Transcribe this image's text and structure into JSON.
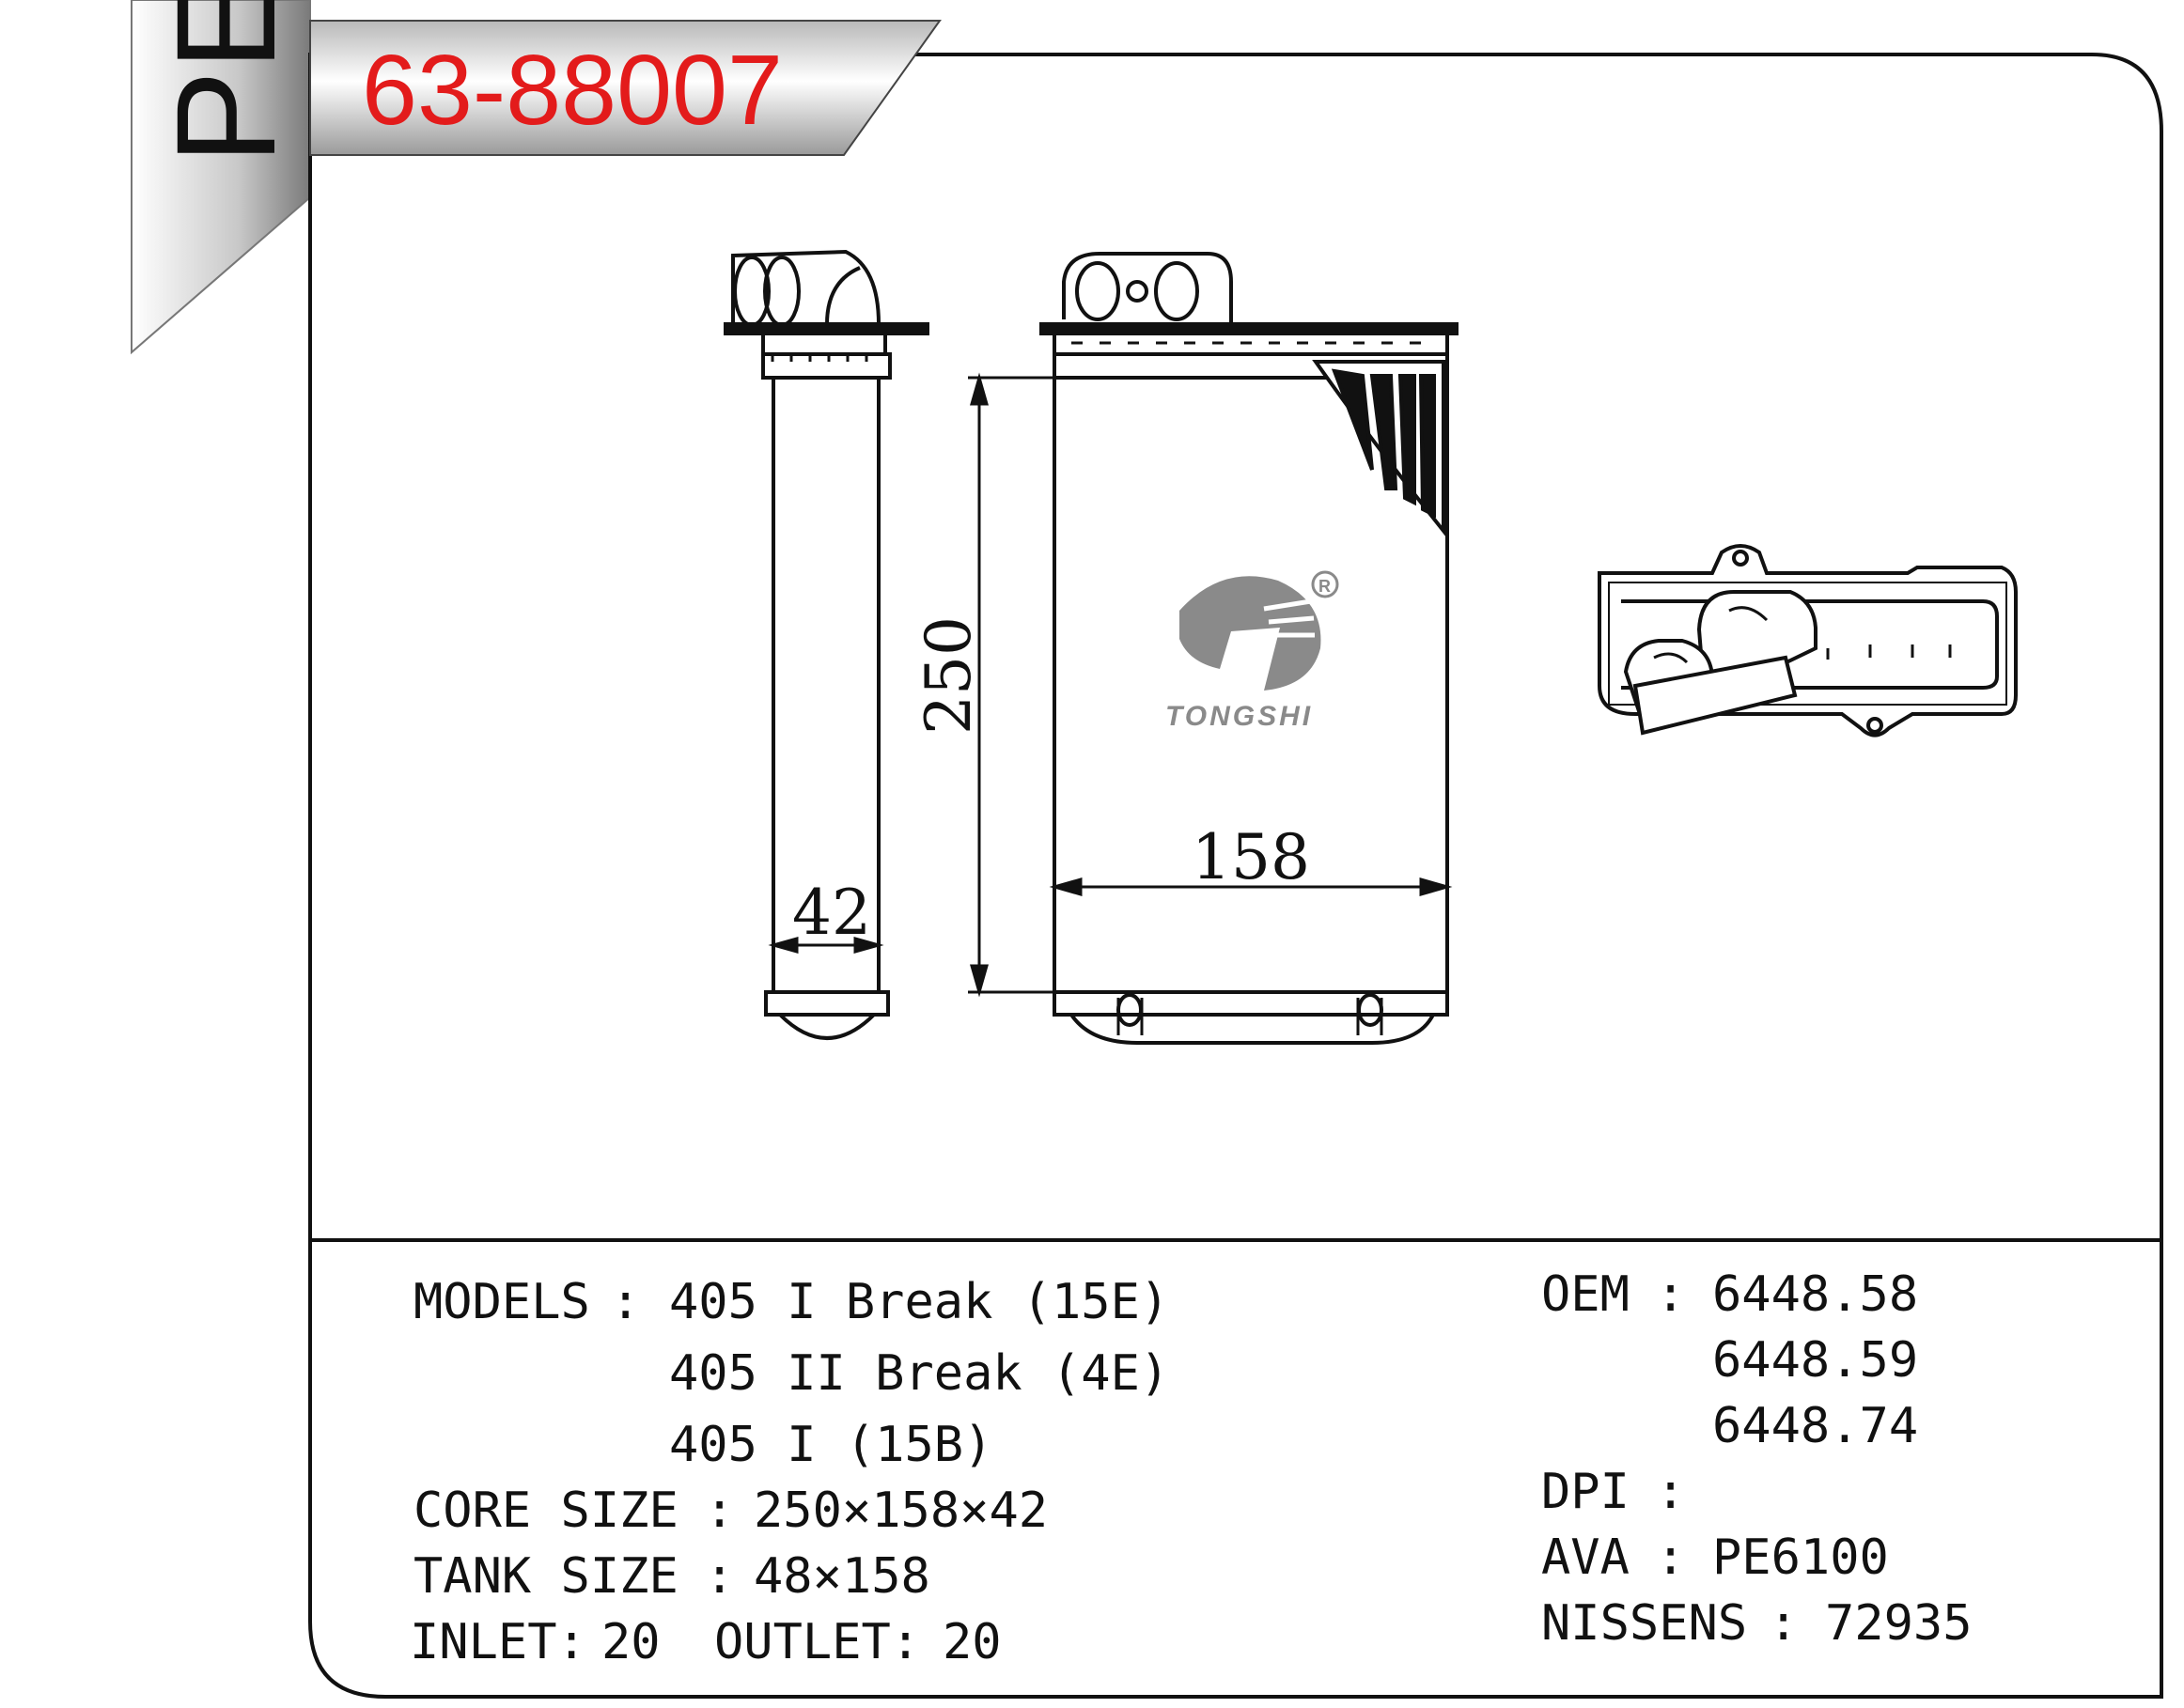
{
  "header": {
    "brand_tab": "PE",
    "part_number": "63-88007"
  },
  "drawing": {
    "dim_height": "250",
    "dim_width": "158",
    "dim_depth": "42",
    "logo_text": "TONGSHI",
    "registered_mark": "R"
  },
  "specs": {
    "models_label": "MODELS",
    "models_sep": ":",
    "models": [
      "405 I Break (15E)",
      "405 II Break (4E)",
      "405 I (15B)"
    ],
    "core_size_label": "CORE SIZE",
    "core_size_sep": ":",
    "core_size": "250×158×42",
    "tank_size_label": "TANK SIZE",
    "tank_size_sep": ":",
    "tank_size": "48×158",
    "inlet_label": "INLET:",
    "inlet": "20",
    "outlet_label": "OUTLET:",
    "outlet": "20"
  },
  "refs": {
    "oem_label": "OEM",
    "oem_sep": ":",
    "oem": [
      "6448.58",
      "6448.59",
      "6448.74"
    ],
    "dpi_label": "DPI",
    "dpi_sep": ":",
    "ava_label": "AVA",
    "ava_sep": ":",
    "ava": "PE6100",
    "nissens_label": "NISSENS",
    "nissens_sep": ":",
    "nissens": "72935"
  },
  "colors": {
    "part_number": "#e31b1b",
    "line": "#111111",
    "logo": "#8a8a8a"
  }
}
